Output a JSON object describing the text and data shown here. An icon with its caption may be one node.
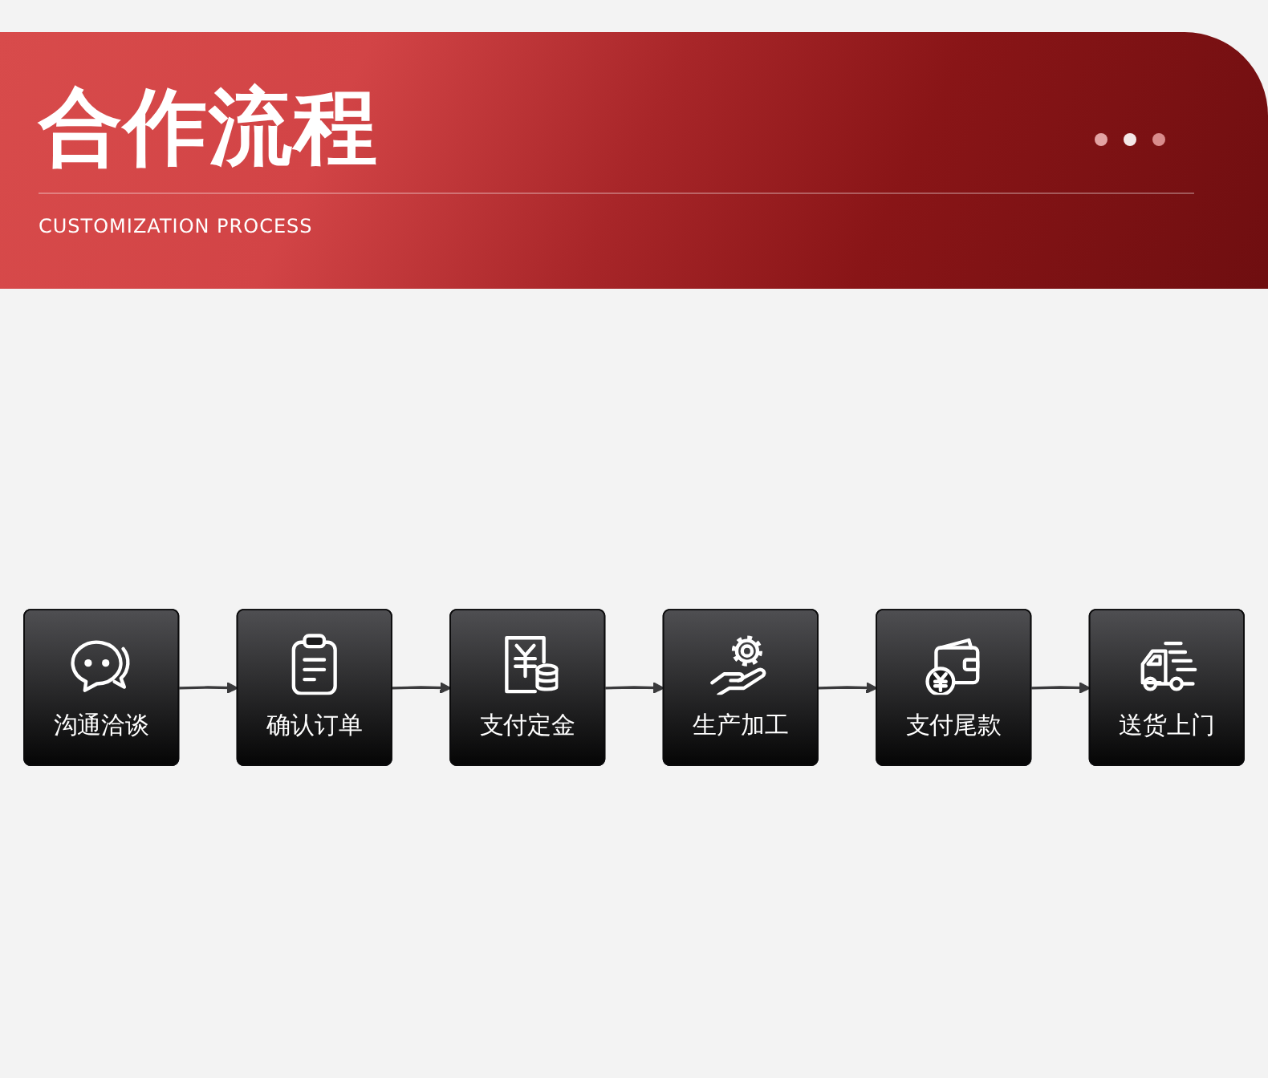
{
  "diagram": {
    "title": "合作流程",
    "nodes": [
      {
        "text": [
          "沟通洽谈"
        ]
      },
      {
        "text": [
          "确认订单"
        ]
      },
      {
        "text": [
          "支付定金"
        ]
      },
      {
        "text": [
          "生产加工"
        ]
      },
      {
        "text": [
          "支付尾款"
        ]
      },
      {
        "text": [
          "送货上门"
        ]
      }
    ],
    "edges": [
      {
        "from": 0,
        "to": 1,
        "arrow": "to"
      },
      {
        "from": 1,
        "to": 2,
        "arrow": "to"
      },
      {
        "from": 2,
        "to": 3,
        "arrow": "to"
      },
      {
        "from": 3,
        "to": 4,
        "arrow": "to"
      },
      {
        "from": 4,
        "to": 5,
        "arrow": "to"
      }
    ],
    "labels": [
      "CUSTOMIZATION PROCESS"
    ]
  }
}
